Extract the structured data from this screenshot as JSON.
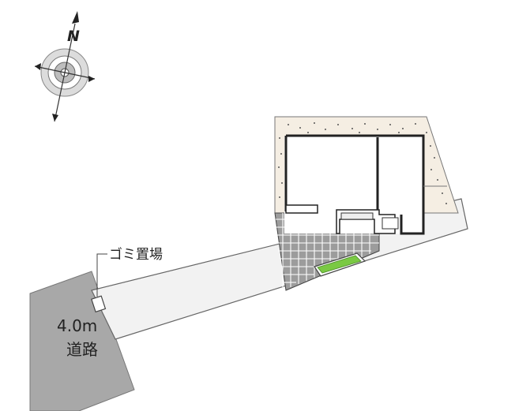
{
  "compass": {
    "north_label": "N",
    "icon": "compass-rose-icon"
  },
  "labels": {
    "garbage_area": "ゴミ置場",
    "road_width": "4.0m",
    "road_name": "道路"
  },
  "colors": {
    "road": "#a8a8a8",
    "driveway": "#f2f2f2",
    "gravel": "#f5eee3",
    "tile": "#9c9c9c",
    "planting": "#7ac943",
    "wall": "#222222",
    "outline": "#666666"
  }
}
